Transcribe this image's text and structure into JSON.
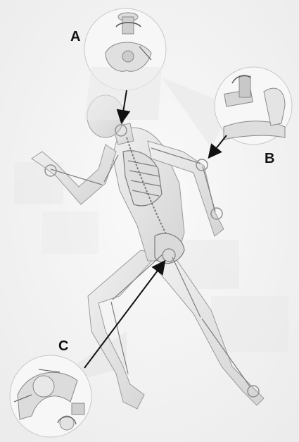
{
  "figure": {
    "labels": {
      "a": "A",
      "b": "B",
      "c": "C"
    },
    "colors": {
      "background": "#f4f4f4",
      "skin": "#e6e6e6",
      "bone": "#d9d9d9",
      "outline": "#8c8c8c",
      "arrow": "#111111",
      "joint_circle": "#999999"
    },
    "icons": {
      "a": "pivot-joint-icon",
      "b": "hinge-joint-icon",
      "c": "ball-and-socket-joint-icon"
    }
  }
}
